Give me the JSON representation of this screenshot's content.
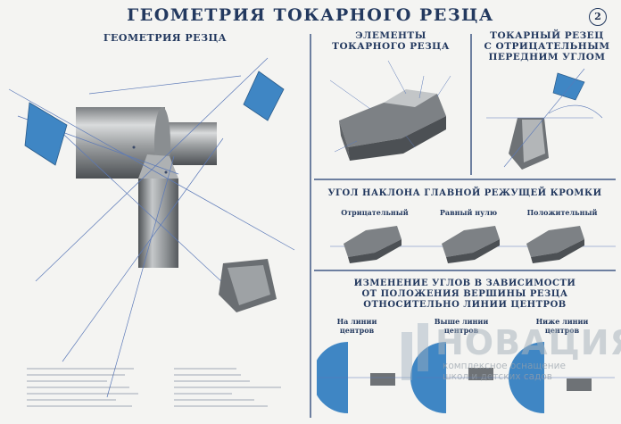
{
  "title": "ГЕОМЕТРИЯ ТОКАРНОГО РЕЗЦА",
  "sheet_number": "2",
  "left_section": {
    "title": "ГЕОМЕТРИЯ РЕЗЦА"
  },
  "elements_section": {
    "title_line1": "ЭЛЕМЕНТЫ",
    "title_line2": "ТОКАРНОГО РЕЗЦА"
  },
  "negative_rake_section": {
    "title_line1": "ТОКАРНЫЙ РЕЗЕЦ",
    "title_line2": "С ОТРИЦАТЕЛЬНЫМ",
    "title_line3": "ПЕРЕДНИМ УГЛОМ"
  },
  "inclination_section": {
    "title": "УГОЛ НАКЛОНА ГЛАВНОЙ РЕЖУЩЕЙ КРОМКИ",
    "labels": [
      "Отрицательный",
      "Равный нулю",
      "Положительный"
    ]
  },
  "height_section": {
    "title_line1": "ИЗМЕНЕНИЕ УГЛОВ В ЗАВИСИМОСТИ",
    "title_line2": "ОТ ПОЛОЖЕНИЯ ВЕРШИНЫ РЕЗЦА",
    "title_line3": "ОТНОСИТЕЛЬНО ЛИНИИ ЦЕНТРОВ",
    "labels": [
      {
        "line1": "На линии",
        "line2": "центров"
      },
      {
        "line1": "Выше линии",
        "line2": "центров"
      },
      {
        "line1": "Ниже линии",
        "line2": "центров"
      }
    ]
  },
  "watermark": {
    "name": "НОВАЦИЯ",
    "line1": "комплексное оснащение",
    "line2": "школ и детских садов"
  },
  "colors": {
    "title": "#23395f",
    "blue": "#3f86c4",
    "steel_dark": "#5e6266",
    "steel_light": "#c9ccce",
    "line": "#5b79b8"
  }
}
